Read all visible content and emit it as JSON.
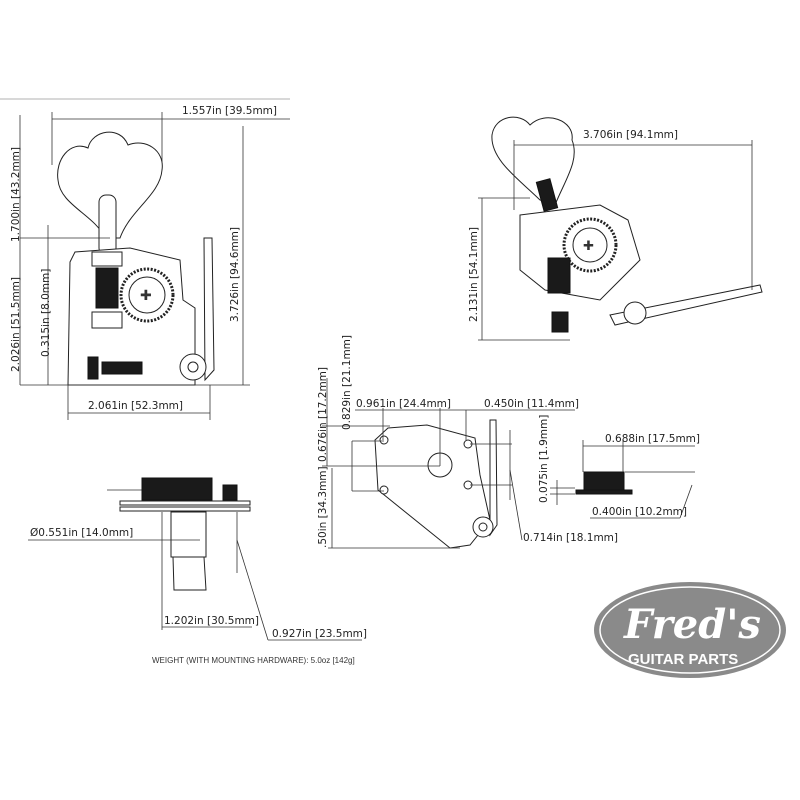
{
  "front_view": {
    "width_key": "1.557in [39.5mm]",
    "key_height": "1.700in [43.2mm]",
    "body_height": "2.026in [51.5mm]",
    "post_offset": "0.315in [8.0mm]",
    "total_height": "3.726in [94.6mm]",
    "body_width": "2.061in [52.3mm]"
  },
  "iso_view": {
    "length": "3.706in [94.1mm]",
    "height": "2.131in [54.1mm]"
  },
  "back_view": {
    "v_hole_spacing": "0.829in [21.1mm]",
    "v_post_offset": "0.676in [17.2mm]",
    "h_post_offset": "0.961in [24.4mm]",
    "h_hole_offset": "0.450in [11.4mm]",
    "plate_height": ".50in [34.3mm]",
    "hole_span": "0.714in [18.1mm]"
  },
  "bushing_view": {
    "diameter": "0.688in [17.5mm]",
    "flange": "0.075in [1.9mm]",
    "height": "0.400in [10.2mm]"
  },
  "side_view": {
    "post_diameter": "Ø0.551in [14.0mm]",
    "post_length": "1.202in [30.5mm]",
    "post_shoulder": "0.927in [23.5mm]"
  },
  "weight_note": "WEIGHT (WITH MOUNTING HARDWARE): 5.0oz [142g]",
  "logo": {
    "brand": "Fred's",
    "tagline": "GUITAR PARTS",
    "color": "#8a8a8a"
  }
}
